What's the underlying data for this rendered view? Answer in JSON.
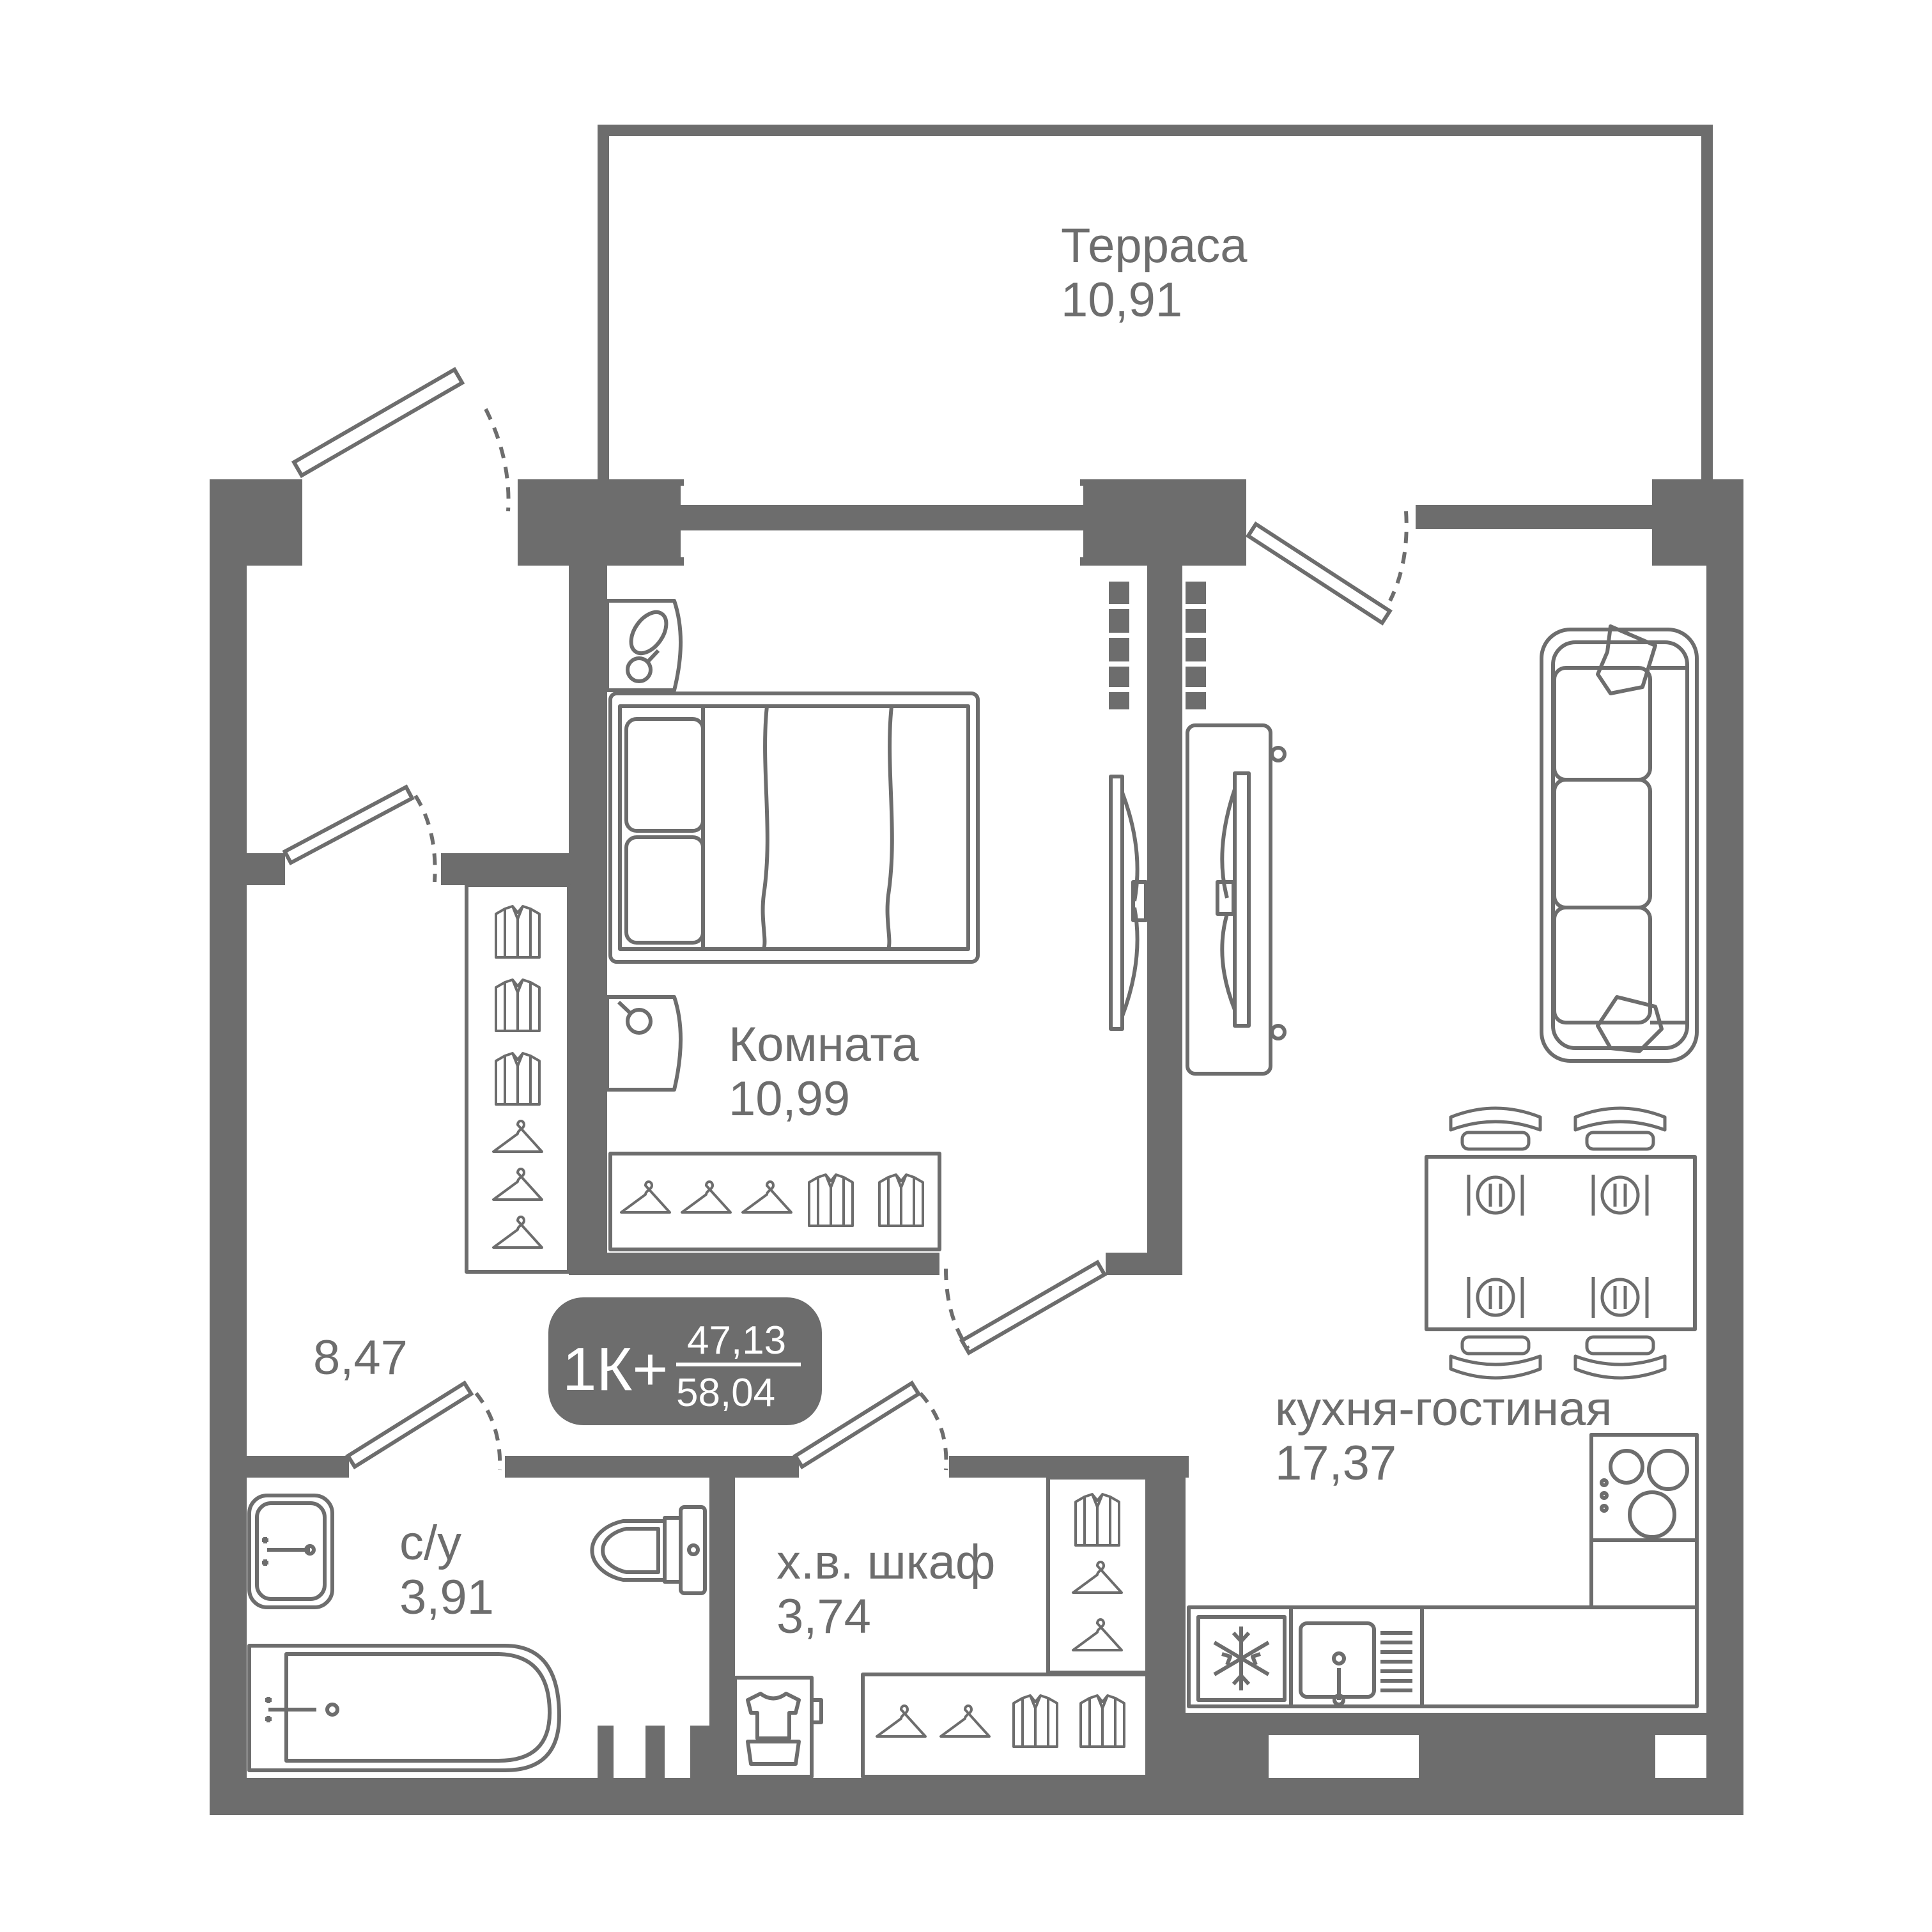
{
  "colors": {
    "wall": "#6d6d6d",
    "background": "#ffffff",
    "badge": "#6d6d6d",
    "badge_text": "#ffffff"
  },
  "rooms": {
    "terrace": {
      "name": "Терраса",
      "area": "10,91"
    },
    "room": {
      "name": "Комната",
      "area": "10,99"
    },
    "hall": {
      "area": "8,47"
    },
    "kitchen_living": {
      "name": "кухня-гостиная",
      "area": "17,37"
    },
    "bathroom": {
      "name": "с/у",
      "area": "3,91"
    },
    "closet": {
      "name": "х.в. шкаф",
      "area": "3,74"
    }
  },
  "badge": {
    "type": "1К+",
    "living_area": "47,13",
    "total_area": "58,04"
  },
  "icons": [
    "bed-icon",
    "wardrobe-icon",
    "sofa-icon",
    "dining-table-icon",
    "stove-icon",
    "fridge-icon",
    "sink-icon",
    "toilet-icon",
    "bathtub-icon",
    "washbasin-icon",
    "washing-machine-icon",
    "tv-cabinet-icon",
    "door-icon",
    "window-icon"
  ]
}
